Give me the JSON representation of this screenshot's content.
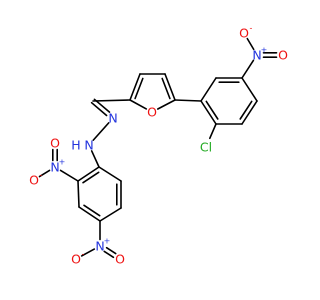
{
  "molecule": {
    "atom_colors": {
      "C": "#000000",
      "N": "#2233dd",
      "O": "#ee1111",
      "Cl": "#22aa22"
    },
    "atoms": [
      {
        "id": "C_ch",
        "element": "C"
      },
      {
        "id": "N_im",
        "element": "N",
        "label": "N"
      },
      {
        "id": "N_h",
        "element": "N",
        "label": "N",
        "sub_label": "H"
      },
      {
        "id": "F_C2",
        "element": "C"
      },
      {
        "id": "F_C3",
        "element": "C"
      },
      {
        "id": "F_C4",
        "element": "C"
      },
      {
        "id": "F_C5",
        "element": "C"
      },
      {
        "id": "F_O",
        "element": "O",
        "label": "O"
      },
      {
        "id": "A_C1",
        "element": "C"
      },
      {
        "id": "A_C2",
        "element": "C"
      },
      {
        "id": "A_C3",
        "element": "C"
      },
      {
        "id": "A_C4",
        "element": "C"
      },
      {
        "id": "A_C5",
        "element": "C"
      },
      {
        "id": "A_C6",
        "element": "C"
      },
      {
        "id": "Cl",
        "element": "Cl",
        "label": "Cl"
      },
      {
        "id": "N_a",
        "element": "N",
        "label": "N",
        "charge": "+"
      },
      {
        "id": "O_a1",
        "element": "O",
        "label": "O"
      },
      {
        "id": "O_a2",
        "element": "O",
        "label": "O",
        "charge": "-"
      },
      {
        "id": "B_C1",
        "element": "C"
      },
      {
        "id": "B_C2",
        "element": "C"
      },
      {
        "id": "B_C3",
        "element": "C"
      },
      {
        "id": "B_C4",
        "element": "C"
      },
      {
        "id": "B_C5",
        "element": "C"
      },
      {
        "id": "B_C6",
        "element": "C"
      },
      {
        "id": "N_b",
        "element": "N",
        "label": "N",
        "charge": "+"
      },
      {
        "id": "O_b1",
        "element": "O",
        "label": "O",
        "charge": "-"
      },
      {
        "id": "O_b2",
        "element": "O",
        "label": "O"
      },
      {
        "id": "N_c",
        "element": "N",
        "label": "N",
        "charge": "+"
      },
      {
        "id": "O_c1",
        "element": "O",
        "label": "O",
        "charge": "-"
      },
      {
        "id": "O_c2",
        "element": "O",
        "label": "O"
      }
    ],
    "bonds": [
      {
        "a": "C_ch",
        "b": "N_im",
        "order": 2
      },
      {
        "a": "N_im",
        "b": "N_h",
        "order": 1
      },
      {
        "a": "C_ch",
        "b": "F_C2",
        "order": 1
      },
      {
        "a": "F_C2",
        "b": "F_C3",
        "order": 2
      },
      {
        "a": "F_C3",
        "b": "F_C4",
        "order": 1
      },
      {
        "a": "F_C4",
        "b": "F_C5",
        "order": 2
      },
      {
        "a": "F_C5",
        "b": "F_O",
        "order": 1
      },
      {
        "a": "F_O",
        "b": "F_C2",
        "order": 1
      },
      {
        "a": "F_C5",
        "b": "A_C1",
        "order": 1
      },
      {
        "a": "A_C1",
        "b": "A_C2",
        "order": 2
      },
      {
        "a": "A_C2",
        "b": "A_C3",
        "order": 1
      },
      {
        "a": "A_C3",
        "b": "A_C4",
        "order": 2
      },
      {
        "a": "A_C4",
        "b": "A_C5",
        "order": 1
      },
      {
        "a": "A_C5",
        "b": "A_C6",
        "order": 2
      },
      {
        "a": "A_C6",
        "b": "A_C1",
        "order": 1
      },
      {
        "a": "A_C2",
        "b": "Cl",
        "order": 1
      },
      {
        "a": "A_C5",
        "b": "N_a",
        "order": 1
      },
      {
        "a": "N_a",
        "b": "O_a1",
        "order": 2
      },
      {
        "a": "N_a",
        "b": "O_a2",
        "order": 1
      },
      {
        "a": "N_h",
        "b": "B_C1",
        "order": 1
      },
      {
        "a": "B_C1",
        "b": "B_C2",
        "order": 2
      },
      {
        "a": "B_C2",
        "b": "B_C3",
        "order": 1
      },
      {
        "a": "B_C3",
        "b": "B_C4",
        "order": 2
      },
      {
        "a": "B_C4",
        "b": "B_C5",
        "order": 1
      },
      {
        "a": "B_C5",
        "b": "B_C6",
        "order": 2
      },
      {
        "a": "B_C6",
        "b": "B_C1",
        "order": 1
      },
      {
        "a": "B_C2",
        "b": "N_b",
        "order": 1
      },
      {
        "a": "N_b",
        "b": "O_b1",
        "order": 1
      },
      {
        "a": "N_b",
        "b": "O_b2",
        "order": 2
      },
      {
        "a": "B_C4",
        "b": "N_c",
        "order": 1
      },
      {
        "a": "N_c",
        "b": "O_c1",
        "order": 1
      },
      {
        "a": "N_c",
        "b": "O_c2",
        "order": 2
      }
    ]
  }
}
